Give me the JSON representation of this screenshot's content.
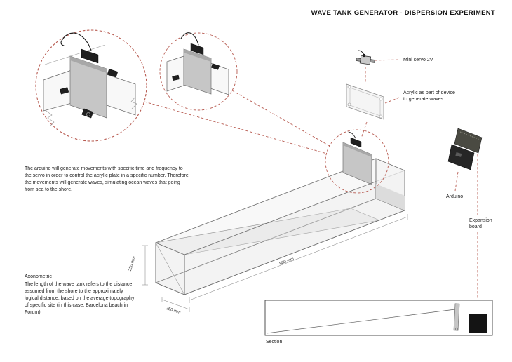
{
  "title": "WAVE TANK GENERATOR - DISPERSION EXPERIMENT",
  "callouts": {
    "mini_servo_label": "Mini servo 2V",
    "acrylic_label_line1": "Acrylic as part of device",
    "acrylic_label_line2": "to generate waves",
    "arduino_label": "Arduino",
    "expansion_label_line1": "Expansion",
    "expansion_label_line2": "board",
    "section_label": "Section"
  },
  "dimensions": {
    "tank_depth": "250 mm",
    "tank_width": "350 mm",
    "tank_length": "800 mm"
  },
  "notes": {
    "arduino_note": "The arduino will generate movements with specific time and frequency to the servo in order to control the acrylic plate in a specific number. Therefore the movements will generate waves, simulating ocean waves that going from sea to the shore.",
    "axonometric_heading": "Axonometric",
    "axonometric_note": "The length of the wave tank refers to the distance assumed from the shore to the approximately logical distance, based on the average topography of specific site (in this case: Barcelona beach in Forum)."
  },
  "colors": {
    "callout_red": "#b85c52",
    "line_gray": "#5a5a5a",
    "plate_gray": "#c6c6c6",
    "component_dark": "#1f1f1f",
    "background": "#ffffff"
  }
}
